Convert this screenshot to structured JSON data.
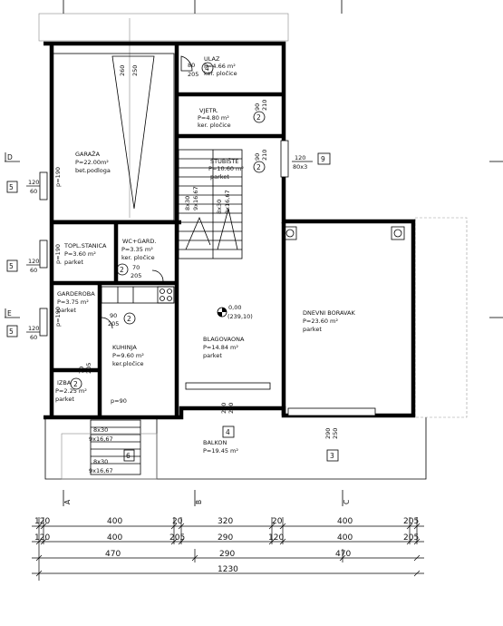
{
  "rooms": {
    "ulaz": {
      "name": "ULAZ",
      "area": "P=4.66 m²",
      "floor": "ker. pločice"
    },
    "vjetr": {
      "name": "VJETR.",
      "area": "P=4.80 m²",
      "floor": "ker. pločice"
    },
    "garaza": {
      "name": "GARAŽA",
      "area": "P=22.00m²",
      "floor": "bet.podloga"
    },
    "stubiste": {
      "name": "STUBIŠTE",
      "area": "P=10.60 m²",
      "floor": "parket"
    },
    "topl": {
      "name": "TOPL.STANICA",
      "area": "P=3.60 m²",
      "floor": "parket"
    },
    "wc": {
      "name": "WC+GARD.",
      "area": "P=3.35 m²",
      "floor": "ker. pločice"
    },
    "garderoba": {
      "name": "GARDEROBA",
      "area": "P=3.75 m²",
      "floor": "parket"
    },
    "kuhinja": {
      "name": "KUHINJA",
      "area": "P=9.60 m²",
      "floor": "ker.pločice"
    },
    "izba": {
      "name": "IZBA",
      "area": "P=2.25 m²",
      "floor": "parket"
    },
    "blagovaona": {
      "name": "BLAGOVAONA",
      "area": "P=14.84 m²",
      "floor": "parket"
    },
    "dnevni": {
      "name": "DNEVNI BORAVAK",
      "area": "P=23.60 m²",
      "floor": "parket"
    },
    "balkon": {
      "name": "BALKON",
      "area": "P=19.45 m²"
    }
  },
  "level": {
    "value": "0,00",
    "abs": "(239,10)"
  },
  "openings": {
    "garage_w": "260",
    "garage_h": "250",
    "door80": "80",
    "door80_h": "205",
    "vj_w": "90",
    "vj_h": "210",
    "st_w": "90",
    "st_h": "210",
    "win120": "120",
    "win80x3": "80x3",
    "wc_w": "70",
    "wc_h": "205",
    "gd_w": "90",
    "gd_h": "205",
    "iz_w": "70",
    "iz_h": "205",
    "left120a": "120",
    "left60a": "60",
    "left120b": "120",
    "left60b": "60",
    "left120c": "120",
    "left60c": "60",
    "p190a": "p=190",
    "p190b": "p=190",
    "p190c": "p=190",
    "p90": "p=90",
    "bal1_w": "290",
    "bal1_h": "250",
    "bal2_w": "290",
    "bal2_h": "250"
  },
  "tags": {
    "t4a": "4",
    "t2a": "2",
    "t2b": "2",
    "t2c": "2",
    "t2d": "2",
    "t2e": "2",
    "t9": "9",
    "t5a": "5",
    "t5b": "5",
    "t5c": "5",
    "t6": "6",
    "t4b": "4",
    "t3": "3"
  },
  "stairs": {
    "s1a": "8x30",
    "s1b": "9x16,67",
    "s2a": "8x30",
    "s2b": "9x16,67",
    "s3a": "8x30",
    "s3b": "9x16,67",
    "s4a": "8x30",
    "s4b": "9x16,67"
  },
  "sections": {
    "d": "D",
    "e": "E"
  },
  "axes": {
    "a": "A",
    "b": "B",
    "c": "C"
  },
  "dims": {
    "r1": [
      "120",
      "400",
      "20",
      "320",
      "20",
      "400",
      "205"
    ],
    "r2": [
      "120",
      "400",
      "205",
      "290",
      "120",
      "400",
      "205"
    ],
    "r3": [
      "470",
      "290",
      "470"
    ],
    "total": "1230"
  }
}
